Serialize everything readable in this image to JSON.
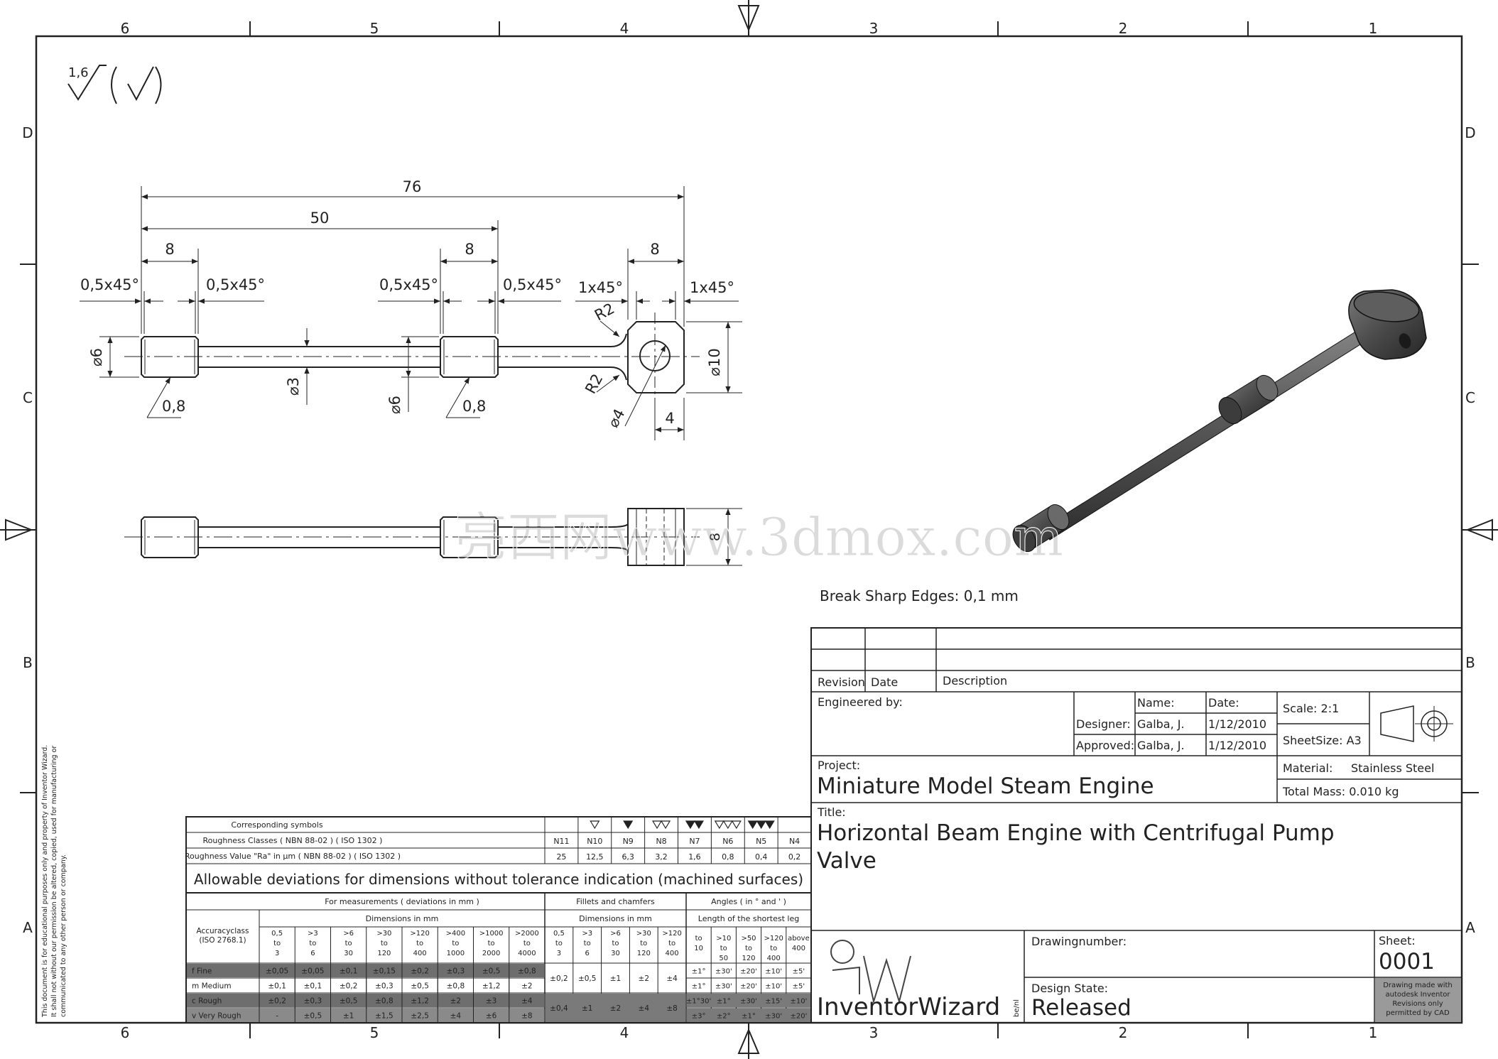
{
  "grid": {
    "columns": [
      "6",
      "5",
      "4",
      "3",
      "2",
      "1"
    ],
    "rows": [
      "D",
      "C",
      "B",
      "A"
    ]
  },
  "surface_symbol": {
    "value": "1,6"
  },
  "dimensions": {
    "overall": "76",
    "fifty": "50",
    "len_left": "8",
    "len_mid": "8",
    "len_right": "8",
    "chamfer_l1": "0,5x45°",
    "chamfer_l2": "0,5x45°",
    "chamfer_m1": "0,5x45°",
    "chamfer_m2": "0,5x45°",
    "chamfer_r1": "1x45°",
    "chamfer_r2": "1x45°",
    "r2_top": "R2",
    "r2_bottom": "R2",
    "dia6_left": "⌀6",
    "dia3": "⌀3",
    "dia6_mid": "⌀6",
    "dia10": "⌀10",
    "dia4": "⌀4",
    "four": "4",
    "rough_left": "0,8",
    "rough_mid": "0,8",
    "section_8": "8"
  },
  "watermark": "亮西网www.3dmox.com",
  "note": "Break Sharp Edges: 0,1 mm",
  "side_note": [
    "This document is for educational purposes only and property of Inventor Wizard.",
    "It shall not without our permission be altered, copied, used for manufacturing or",
    "communicated to any other person or company."
  ],
  "title_block": {
    "revision_label": "Revision",
    "date_label": "Date",
    "description_label": "Description",
    "engineered_by_label": "Engineered by:",
    "name_label": "Name:",
    "date_col_label": "Date:",
    "designer_label": "Designer:",
    "designer_name": "Galba, J.",
    "designer_date": "1/12/2010",
    "approved_label": "Approved:",
    "approved_name": "Galba, J.",
    "approved_date": "1/12/2010",
    "scale": "Scale: 2:1",
    "sheet_size": "SheetSize: A3",
    "project_label": "Project:",
    "project": "Miniature Model Steam Engine",
    "material_label": "Material:",
    "material": "Stainless Steel",
    "mass": "Total Mass: 0.010 kg",
    "title_label": "Title:",
    "title_line1": "Horizontal Beam Engine with Centrifugal Pump",
    "title_line2": "Valve",
    "logo_text": "InventorWizard",
    "logo_suffix": "be/nl",
    "drawingnumber_label": "Drawingnumber:",
    "sheet_label": "Sheet:",
    "sheet_number": "0001",
    "design_state_label": "Design State:",
    "design_state": "Released",
    "cad_note": [
      "Drawing made with",
      "autodesk Inventor",
      "Revisions only",
      "permitted by CAD"
    ]
  },
  "tolerance_table": {
    "corresponding_symbols": "Corresponding symbols",
    "roughness_classes": "Roughness Classes ( NBN 88-02 ) ( ISO 1302 )",
    "roughness_value": "Roughness Value \"Ra\" in μm ( NBN 88-02 ) ( ISO 1302 )",
    "n_classes": [
      "N11",
      "N10",
      "N9",
      "N8",
      "N7",
      "N6",
      "N5",
      "N4"
    ],
    "ra_values": [
      "25",
      "12,5",
      "6,3",
      "3,2",
      "1,6",
      "0,8",
      "0,4",
      "0,2"
    ],
    "heading": "Allowable deviations for dimensions without tolerance indication (machined surfaces)",
    "measurements_head": "For measurements ( deviations in mm )",
    "fillets_head": "Fillets and chamfers",
    "angles_head": "Angles ( in ° and ' )",
    "dims_mm": "Dimensions in mm",
    "dims_mm2": "Dimensions in mm",
    "shortest_leg": "Length of the shortest leg",
    "accuracy_label": [
      "Accuracyclass",
      "(ISO 2768.1)"
    ],
    "meas_ranges": [
      [
        "0,5",
        "to",
        "3"
      ],
      [
        ">3",
        "to",
        "6"
      ],
      [
        ">6",
        "to",
        "30"
      ],
      [
        ">30",
        "to",
        "120"
      ],
      [
        ">120",
        "to",
        "400"
      ],
      [
        ">400",
        "to",
        "1000"
      ],
      [
        ">1000",
        "to",
        "2000"
      ],
      [
        ">2000",
        "to",
        "4000"
      ]
    ],
    "fillet_ranges": [
      [
        "0,5",
        "to",
        "3"
      ],
      [
        ">3",
        "to",
        "6"
      ],
      [
        ">6",
        "to",
        "30"
      ],
      [
        ">30",
        "to",
        "120"
      ],
      [
        ">120",
        "to",
        "400"
      ]
    ],
    "angle_ranges": [
      [
        "to",
        "10",
        ""
      ],
      [
        ">10",
        "to",
        "50"
      ],
      [
        ">50",
        "to",
        "120"
      ],
      [
        ">120",
        "to",
        "400"
      ],
      [
        "above",
        "400",
        ""
      ]
    ],
    "classes": [
      "f Fine",
      "m Medium",
      "c Rough",
      "v Very Rough"
    ],
    "meas_values": [
      [
        "±0,05",
        "±0,05",
        "±0,1",
        "±0,15",
        "±0,2",
        "±0,3",
        "±0,5",
        "±0,8"
      ],
      [
        "±0,1",
        "±0,1",
        "±0,2",
        "±0,3",
        "±0,5",
        "±0,8",
        "±1,2",
        "±2"
      ],
      [
        "±0,2",
        "±0,3",
        "±0,5",
        "±0,8",
        "±1,2",
        "±2",
        "±3",
        "±4"
      ],
      [
        "-",
        "±0,5",
        "±1",
        "±1,5",
        "±2,5",
        "±4",
        "±6",
        "±8"
      ]
    ],
    "fillet_values": [
      [
        "±0,2",
        "±0,5",
        "±1",
        "±2",
        "±4"
      ],
      [
        "±0,4",
        "±1",
        "±2",
        "±4",
        "±8"
      ]
    ],
    "angle_values": [
      [
        "±1°",
        "±30'",
        "±20'",
        "±10'",
        "±5'"
      ],
      [
        "±1°",
        "±30'",
        "±20'",
        "±10'",
        "±5'"
      ],
      [
        "±1°30'",
        "±1°",
        "±30'",
        "±15'",
        "±10'"
      ],
      [
        "±3°",
        "±2°",
        "±1°",
        "±30'",
        "±20'"
      ]
    ]
  },
  "colors": {
    "line": "#222222",
    "shade": "#6e6e6e",
    "part": "#4a4a4a"
  }
}
